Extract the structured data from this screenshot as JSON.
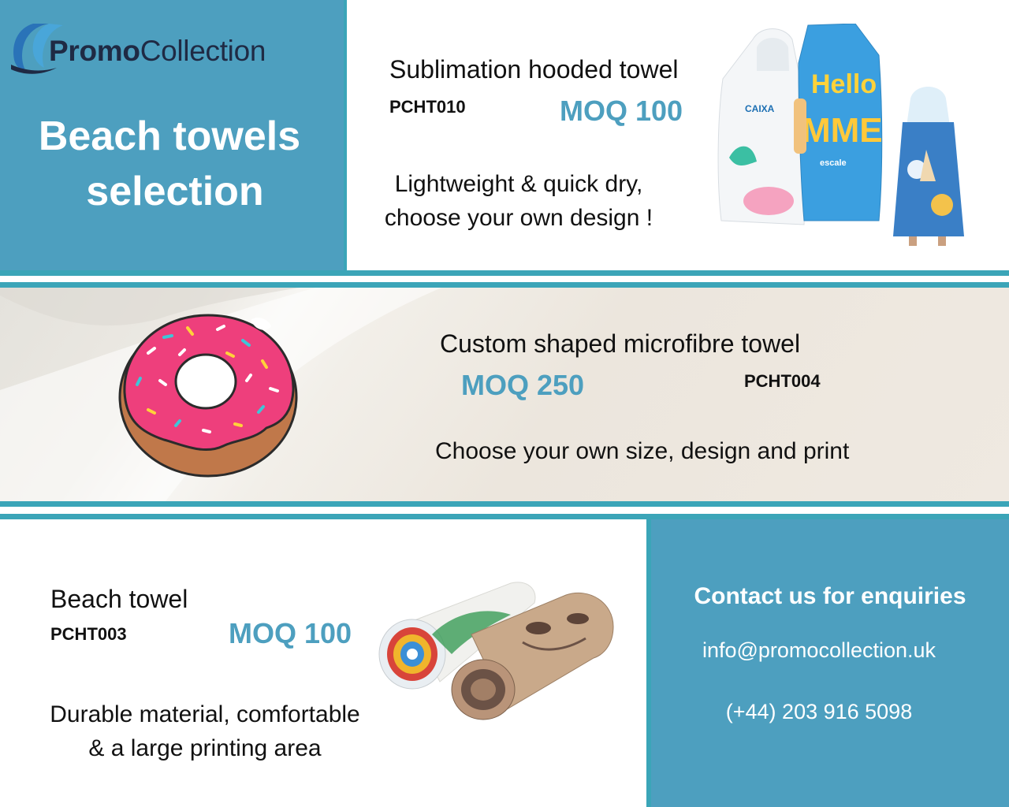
{
  "brand": {
    "name_bold": "Promo",
    "name_regular": "Collection"
  },
  "headline": {
    "line1": "Beach towels",
    "line2": "selection"
  },
  "products": [
    {
      "name": "Sublimation hooded towel",
      "code": "PCHT010",
      "moq": "MOQ 100",
      "description_line1": "Lightweight & quick dry,",
      "description_line2": "choose your own design !",
      "image_text": [
        "CAIXA",
        "Hello",
        "MME",
        "escale"
      ]
    },
    {
      "name": "Custom shaped microfibre towel",
      "code": "PCHT004",
      "moq": "MOQ 250",
      "description_line1": "Choose your own size, design and print"
    },
    {
      "name": "Beach towel",
      "code": "PCHT003",
      "moq": "MOQ 100",
      "description_line1": "Durable material, comfortable",
      "description_line2": "& a large printing area"
    }
  ],
  "contact": {
    "title": "Contact us for enquiries",
    "email": "info@promocollection.uk",
    "phone": "(+44) 203 916 5098"
  },
  "colors": {
    "brand_blue": "#4d9fbf",
    "divider_teal": "#3ba5b8",
    "logo_navy": "#1f2a44",
    "donut_pink": "#ee3f7c"
  }
}
